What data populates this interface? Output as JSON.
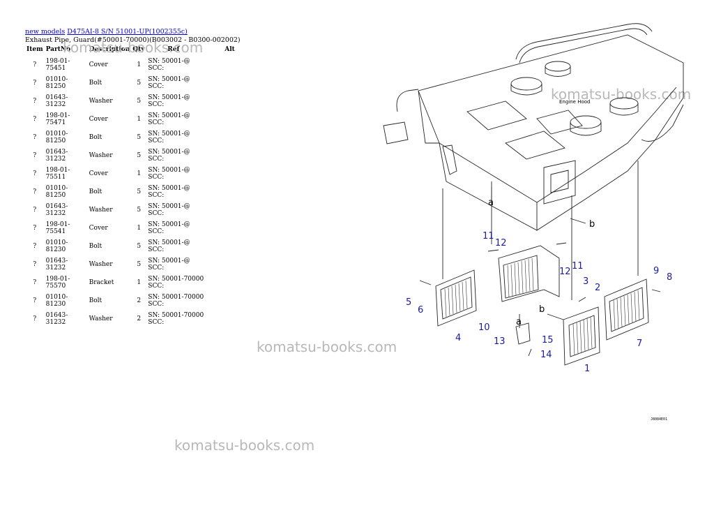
{
  "breadcrumb": {
    "link1": "new models",
    "link2": "D475AI-8 S/N 51001-UP(1002355c)"
  },
  "subtitle": "Exhaust Pipe, Guard(#50001-70000)(B003002 - B0300-002002)",
  "table": {
    "headers": [
      "Item",
      "PartNo",
      "Description",
      "Qty",
      "Ref",
      "Alt"
    ],
    "rows": [
      {
        "item": "?",
        "partno": "198-01-75451",
        "desc": "Cover",
        "qty": "1",
        "ref1": "SN: 50001-@",
        "ref2": "SCC:"
      },
      {
        "item": "?",
        "partno": "01010-81250",
        "desc": "Bolt",
        "qty": "5",
        "ref1": "SN: 50001-@",
        "ref2": "SCC:"
      },
      {
        "item": "?",
        "partno": "01643-31232",
        "desc": "Washer",
        "qty": "5",
        "ref1": "SN: 50001-@",
        "ref2": "SCC:"
      },
      {
        "item": "?",
        "partno": "198-01-75471",
        "desc": "Cover",
        "qty": "1",
        "ref1": "SN: 50001-@",
        "ref2": "SCC:"
      },
      {
        "item": "?",
        "partno": "01010-81250",
        "desc": "Bolt",
        "qty": "5",
        "ref1": "SN: 50001-@",
        "ref2": "SCC:"
      },
      {
        "item": "?",
        "partno": "01643-31232",
        "desc": "Washer",
        "qty": "5",
        "ref1": "SN: 50001-@",
        "ref2": "SCC:"
      },
      {
        "item": "?",
        "partno": "198-01-75511",
        "desc": "Cover",
        "qty": "1",
        "ref1": "SN: 50001-@",
        "ref2": "SCC:"
      },
      {
        "item": "?",
        "partno": "01010-81250",
        "desc": "Bolt",
        "qty": "5",
        "ref1": "SN: 50001-@",
        "ref2": "SCC:"
      },
      {
        "item": "?",
        "partno": "01643-31232",
        "desc": "Washer",
        "qty": "5",
        "ref1": "SN: 50001-@",
        "ref2": "SCC:"
      },
      {
        "item": "?",
        "partno": "198-01-75541",
        "desc": "Cover",
        "qty": "1",
        "ref1": "SN: 50001-@",
        "ref2": "SCC:"
      },
      {
        "item": "?",
        "partno": "01010-81230",
        "desc": "Bolt",
        "qty": "5",
        "ref1": "SN: 50001-@",
        "ref2": "SCC:"
      },
      {
        "item": "?",
        "partno": "01643-31232",
        "desc": "Washer",
        "qty": "5",
        "ref1": "SN: 50001-@",
        "ref2": "SCC:"
      },
      {
        "item": "?",
        "partno": "198-01-75570",
        "desc": "Bracket",
        "qty": "1",
        "ref1": "SN: 50001-70000",
        "ref2": "SCC:"
      },
      {
        "item": "?",
        "partno": "01010-81230",
        "desc": "Bolt",
        "qty": "2",
        "ref1": "SN: 50001-70000",
        "ref2": "SCC:"
      },
      {
        "item": "?",
        "partno": "01643-31232",
        "desc": "Washer",
        "qty": "2",
        "ref1": "SN: 50001-70000",
        "ref2": "SCC:"
      }
    ]
  },
  "watermark": "komatsu-books.com",
  "diagram": {
    "label_engine_hood": "Engine Hood",
    "label_a": "a",
    "label_b": "b",
    "figure_code": "J8084E01",
    "callouts": [
      "1",
      "2",
      "3",
      "4",
      "5",
      "6",
      "7",
      "8",
      "9",
      "10",
      "11",
      "12",
      "13",
      "14",
      "15"
    ]
  }
}
